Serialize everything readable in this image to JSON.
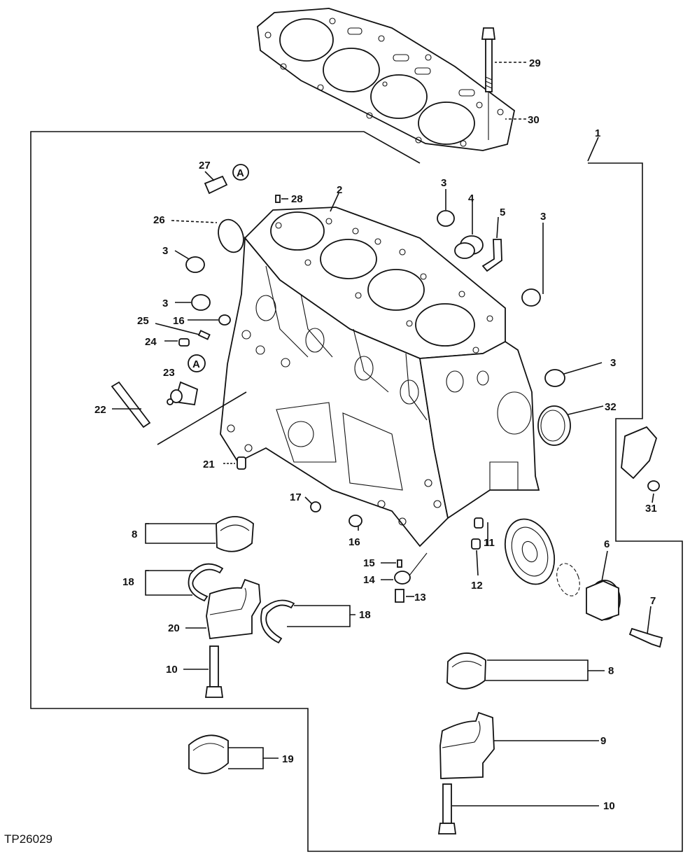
{
  "figure_id": "TP26029",
  "callout_marker": "A",
  "callouts": {
    "c1": "1",
    "c2": "2",
    "c3": "3",
    "c4": "4",
    "c5": "5",
    "c6": "6",
    "c7": "7",
    "c8": "8",
    "c9": "9",
    "c10": "10",
    "c11": "11",
    "c12": "12",
    "c13": "13",
    "c14": "14",
    "c15": "15",
    "c16": "16",
    "c17": "17",
    "c18": "18",
    "c19": "19",
    "c20": "20",
    "c21": "21",
    "c22": "22",
    "c23": "23",
    "c24": "24",
    "c25": "25",
    "c26": "26",
    "c27": "27",
    "c28": "28",
    "c29": "29",
    "c30": "30",
    "c31": "31",
    "c32": "32"
  }
}
